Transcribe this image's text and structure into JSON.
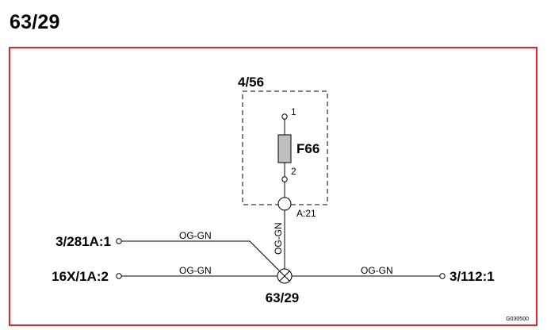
{
  "title": "63/29",
  "box": {
    "label": "4/56"
  },
  "fuse": {
    "label": "F66",
    "pin_top": "1",
    "pin_bottom": "2"
  },
  "connector": {
    "label": "A:21"
  },
  "junction": {
    "label": "63/29"
  },
  "connections": {
    "left_upper": "3/281A:1",
    "left_lower": "16X/1A:2",
    "right": "3/112:1"
  },
  "wires": {
    "vertical": "OG-GN",
    "left_upper": "OG-GN",
    "left_lower": "OG-GN",
    "right": "OG-GN"
  },
  "drawing_code": "G030500",
  "colors": {
    "frame": "#e0262a",
    "fuse_fill": "#bfbfbf",
    "line": "#000000"
  }
}
